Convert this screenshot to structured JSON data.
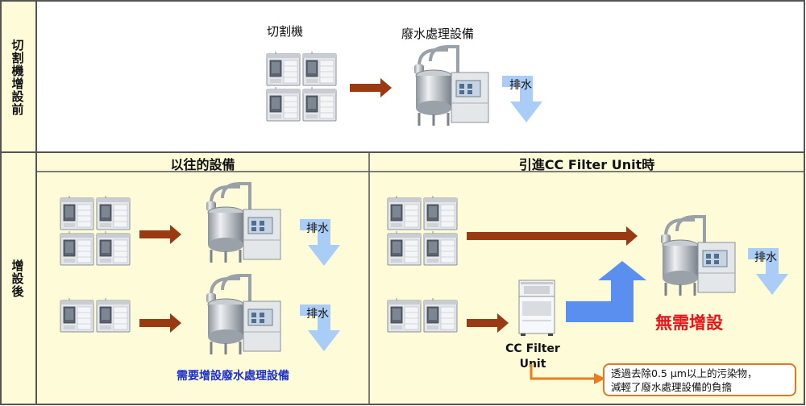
{
  "rows": {
    "before_label": "切割機增設前",
    "after_label": "增設後"
  },
  "top": {
    "cutter_label": "切割機",
    "treatment_label": "廢水處理設備",
    "drain_label": "排水"
  },
  "left_panel": {
    "title": "以往的設備",
    "drain_label_1": "排水",
    "drain_label_2": "排水",
    "note": "需要增設廢水處理設備"
  },
  "right_panel": {
    "title": "引進CC Filter Unit時",
    "drain_label": "排水",
    "unit_label_line1": "CC Filter",
    "unit_label_line2": "Unit",
    "no_need": "無需增設",
    "callout_line1": "透過去除0.5 µm以上的污染物，",
    "callout_line2": "減輕了廢水處理設備的負擔"
  },
  "colors": {
    "grid_line": "#555555",
    "before_row_bg": "#ffffff",
    "after_row_bg": "#fdfbd8",
    "label_col_bg": "#fdfbd8",
    "machine_arrow": "#9a3a12",
    "drain_arrow": "#a9cdf7",
    "flow_arrow_blue": "#5a8ff0",
    "no_need_text": "#e8141a",
    "note_text": "#1c2fd0",
    "callout_border": "#e07828",
    "callout_arrow": "#f07a1a"
  },
  "icons": [
    "cutting-machine-icon",
    "wastewater-tank-icon",
    "cc-filter-unit-icon",
    "drain-arrow-icon"
  ]
}
